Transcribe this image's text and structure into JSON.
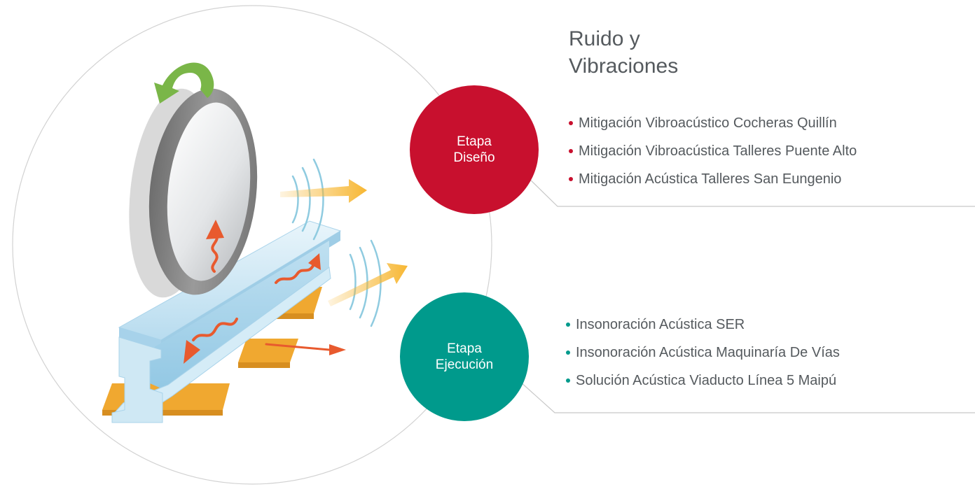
{
  "title": {
    "line1": "Ruido y",
    "line2": "Vibraciones"
  },
  "stages": [
    {
      "line1": "Etapa",
      "line2": "Diseño",
      "color": "#c8102e",
      "projects": [
        "Mitigación Vibroacústico Cocheras Quillín",
        "Mitigación Vibroacústica Talleres Puente Alto",
        "Mitigación Acústica Talleres San Eungenio"
      ]
    },
    {
      "line1": "Etapa",
      "line2": "Ejecución",
      "color": "#009a8c",
      "projects": [
        "Insonoración Acústica SER",
        "Insonoración Acústica Maquinaría De Vías",
        "Solución Acústica Viaducto Línea 5 Maipú"
      ]
    }
  ],
  "colors": {
    "text": "#555a5e",
    "outline": "#cfcfcf",
    "rotation_arrow": "#7ab648",
    "force_arrow": "#e85a2e",
    "sound_arrow": "#f7b733",
    "sound_wave": "#8fcbe0",
    "rail": "#cfe8f4",
    "sleeper": "#f0a830",
    "wheel": "#8e8e8e"
  },
  "icons": [
    "rotation-arrow-icon",
    "wheel-icon",
    "rail-icon",
    "sleeper-icon",
    "vibration-arrow-icon",
    "sound-wave-icon",
    "sound-arrow-icon"
  ]
}
